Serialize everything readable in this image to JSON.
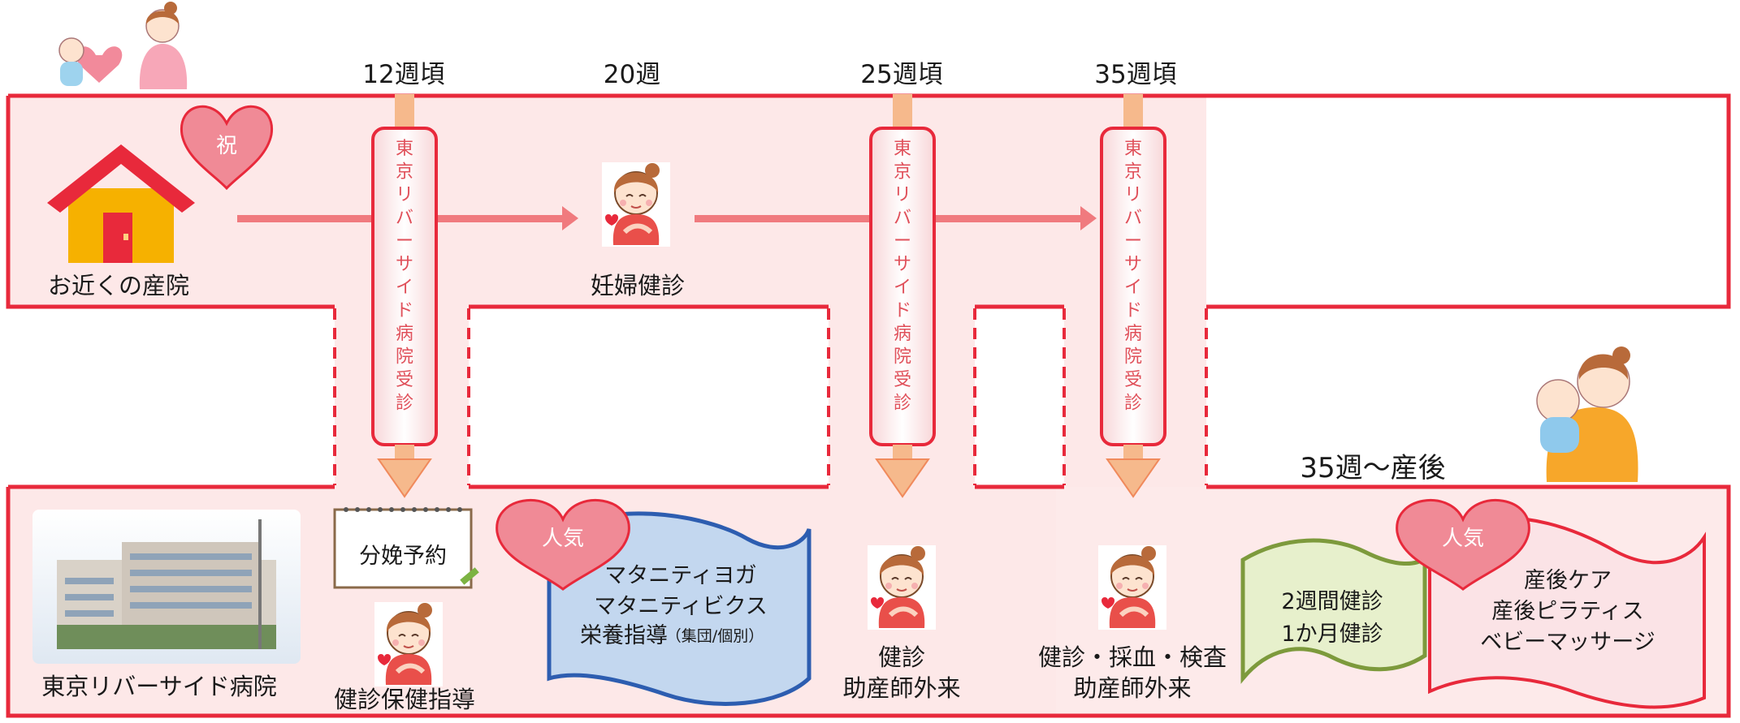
{
  "weeks": {
    "w12": "12週頃",
    "w20": "20週",
    "w25": "25週頃",
    "w35": "35週頃",
    "postpartum": "35週～産後"
  },
  "top_row": {
    "clinic_label": "お近くの産院",
    "celebration_badge": "祝",
    "checkup_label": "妊婦健診"
  },
  "hospital_visit_text": "東京リバーサイド病院受診",
  "bottom_row": {
    "hospital_label": "東京リバーサイド病院",
    "reservation": "分娩予約",
    "guidance": "健診保健指導",
    "popular_badge": "人気",
    "classes": {
      "line1": "マタニティヨガ",
      "line2": "マタニティビクス",
      "line3": "栄養指導",
      "line3_note": "（集団/個別）"
    },
    "w25_caption": {
      "line1": "健診",
      "line2": "助産師外来"
    },
    "w35_caption": {
      "line1": "健診・採血・検査",
      "line2": "助産師外来"
    },
    "checkups": {
      "line1": "2週間健診",
      "line2": "1か月健診"
    },
    "postcare": {
      "line1": "産後ケア",
      "line2": "産後ピラティス",
      "line3": "ベビーマッサージ"
    }
  },
  "colors": {
    "border_red": "#e8293b",
    "pink_fill": "#fde8e8",
    "arrow_red": "#f0787c",
    "arrow_orange": "#f6b98c",
    "heart_pink": "#f08a96",
    "card_blue": "#c3d7ef",
    "card_green": "#e7f0cc",
    "card_pink": "#fbe3e6"
  }
}
